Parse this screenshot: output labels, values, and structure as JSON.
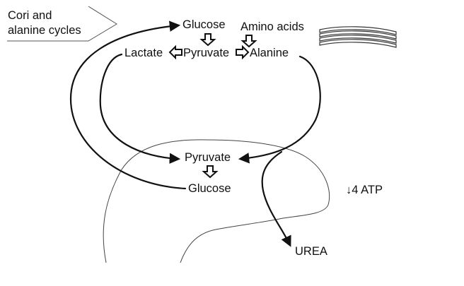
{
  "header": {
    "line1": "Cori and",
    "line2": "alanine cycles"
  },
  "nodes": {
    "glucose_top": "Glucose",
    "amino_acids": "Amino acids",
    "lactate": "Lactate",
    "pyruvate_top": "Pyruvate",
    "alanine": "Alanine",
    "pyruvate_liver": "Pyruvate",
    "glucose_liver": "Glucose",
    "atp": "↓4 ATP",
    "urea": "UREA"
  },
  "colors": {
    "ink": "#111111",
    "outline": "#555555"
  }
}
